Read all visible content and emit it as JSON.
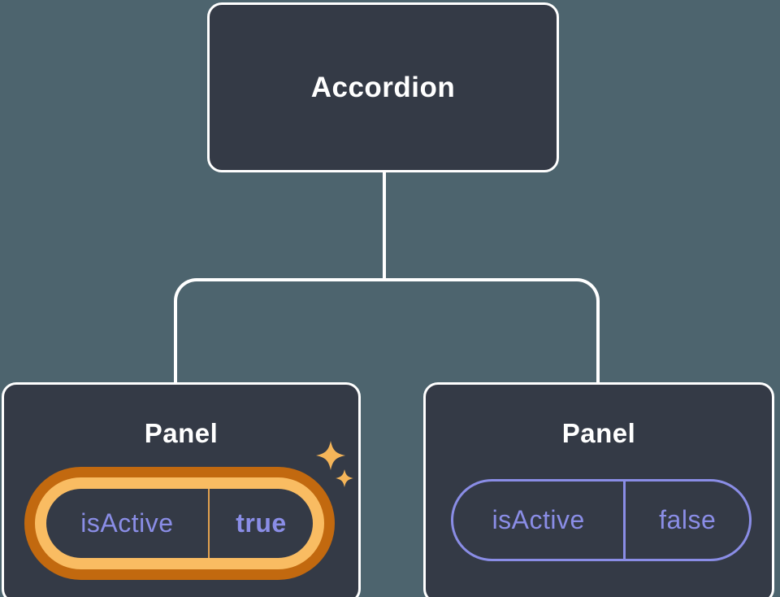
{
  "colors": {
    "background": "#4D646E",
    "node_fill": "#343A46",
    "node_border": "#FFFFFF",
    "connector": "#FFFFFF",
    "text_primary": "#FFFFFF",
    "state_text": "#8A8DE6",
    "state_border": "#8A8DE6",
    "highlight_ring_outer": "#C2690F",
    "highlight_ring_inner": "#F9BC62",
    "highlight_divider": "#E2A14F",
    "sparkle": "#F5B559"
  },
  "tree": {
    "root": {
      "label": "Accordion"
    },
    "children": [
      {
        "title": "Panel",
        "state": {
          "name": "isActive",
          "value": "true"
        },
        "highlighted": true
      },
      {
        "title": "Panel",
        "state": {
          "name": "isActive",
          "value": "false"
        },
        "highlighted": false
      }
    ]
  }
}
